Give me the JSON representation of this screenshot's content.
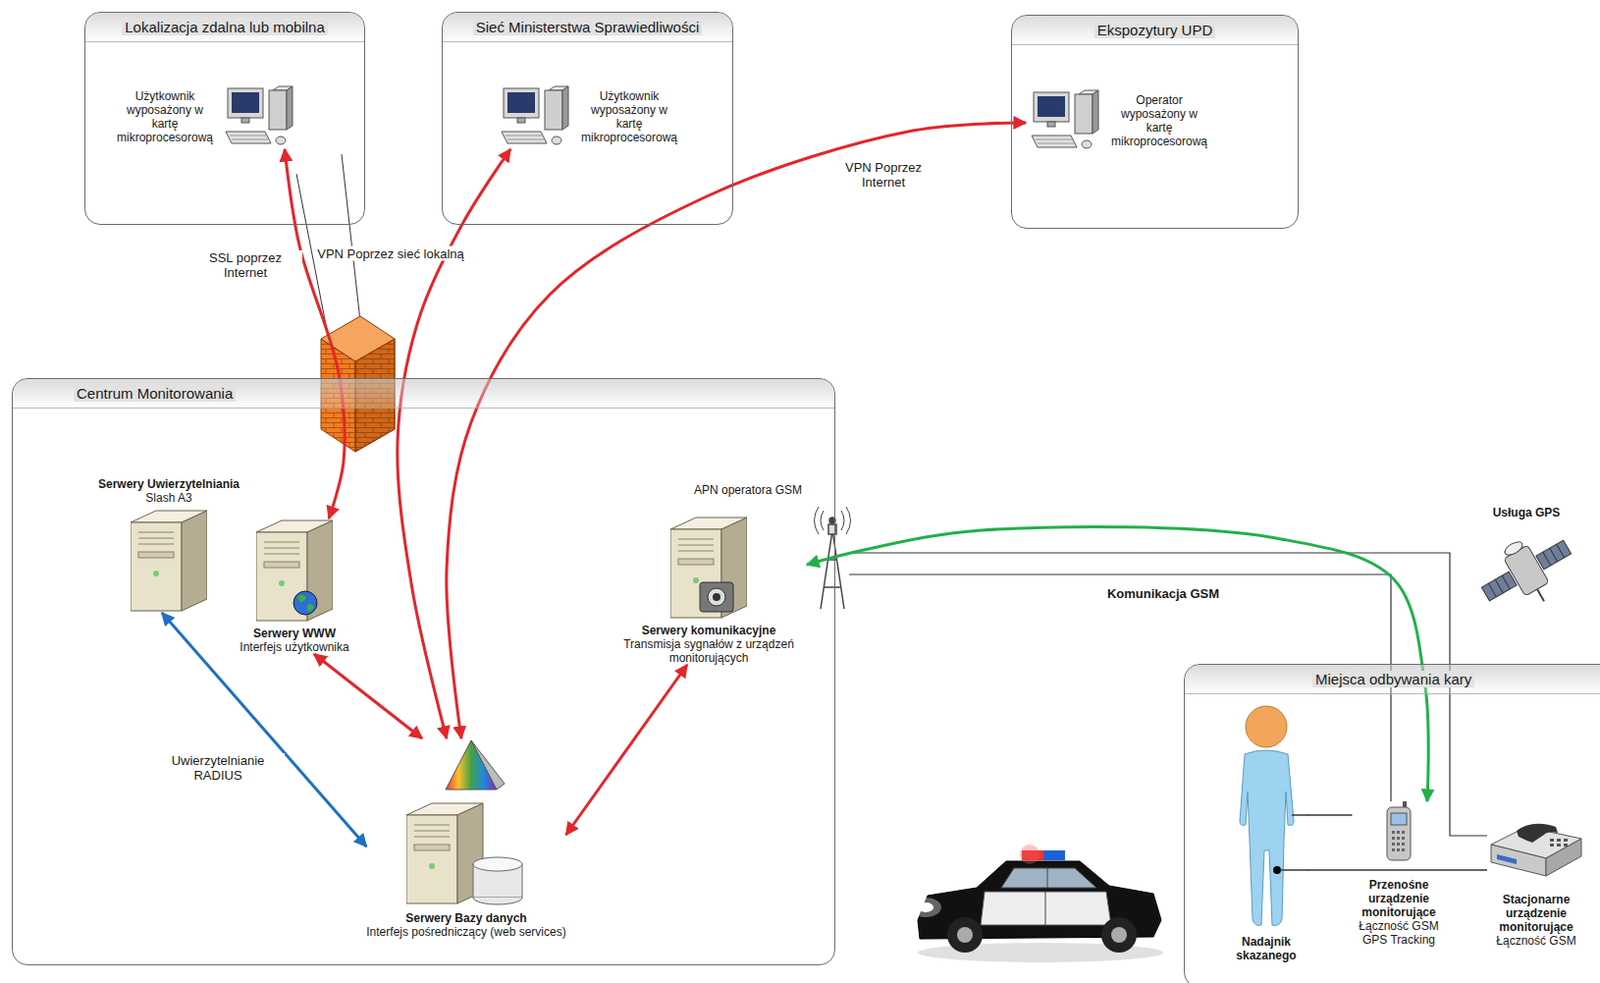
{
  "diagram": {
    "nodes": [
      {
        "text": [
          "Lokalizacja zdalna lub mobilna"
        ]
      },
      {
        "text": [
          "Użytkownik wyposażony w kartę mikroprocesorową"
        ],
        "in": 0
      },
      {
        "text": [
          "Sieć Ministerstwa Sprawiedliwości"
        ]
      },
      {
        "text": [
          "Użytkownik wyposażony w kartę mikroprocesorową"
        ],
        "in": 2
      },
      {
        "text": [
          "Ekspozytury UPD"
        ]
      },
      {
        "text": [
          "Operator wyposażony w kartę mikroprocesorową"
        ],
        "in": 4
      },
      {
        "text": [
          "Centrum Monitorowania"
        ]
      },
      {
        "text": [
          "Serwery Uwierzytelniania",
          "Slash A3"
        ],
        "in": 6
      },
      {
        "text": [
          "Serwery WWW",
          "Interfejs użytkownika"
        ],
        "in": 6
      },
      {
        "text": [
          "Serwery komunikacyjne",
          "Transmisja sygnałów z urządzeń monitorujących"
        ],
        "in": 6
      },
      {
        "text": [
          "Serwery Bazy danych",
          "Interfejs pośredniczący (web services)"
        ],
        "in": 6
      },
      {
        "text": [
          "Usługa GPS"
        ]
      },
      {
        "text": [
          "Miejsca odbywania kary"
        ]
      },
      {
        "text": [
          "Nadajnik skazanego"
        ],
        "in": 12
      },
      {
        "text": [
          "Przenośne urządzenie monitorujące",
          "Łączność GSM GPS Tracking"
        ],
        "in": 12
      },
      {
        "text": [
          "Stacjonarne urządzenie monitorujące",
          "Łączność GSM"
        ],
        "in": 12
      }
    ],
    "edges": [
      {
        "from": 1,
        "to": 8,
        "arrow": "both",
        "label": "SSL poprzez Internet"
      },
      {
        "from": 3,
        "to": 10,
        "arrow": "both",
        "label": "VPN Poprzez sieć lokalną"
      },
      {
        "from": 5,
        "to": 10,
        "arrow": "both",
        "label": "VPN Poprzez Internet"
      },
      {
        "from": 7,
        "to": 10,
        "arrow": "both",
        "label": "Uwierzytelnianie RADIUS"
      },
      {
        "from": 8,
        "to": 10,
        "arrow": "both"
      },
      {
        "from": 9,
        "to": 10,
        "arrow": "both"
      },
      {
        "from": 14,
        "to": 9,
        "arrow": "both"
      },
      {
        "from": 13,
        "to": 14,
        "arrow": "none"
      },
      {
        "from": 13,
        "to": 15,
        "arrow": "none"
      }
    ],
    "labels": [
      "APN operatora GSM",
      "Komunikacja GSM"
    ]
  }
}
